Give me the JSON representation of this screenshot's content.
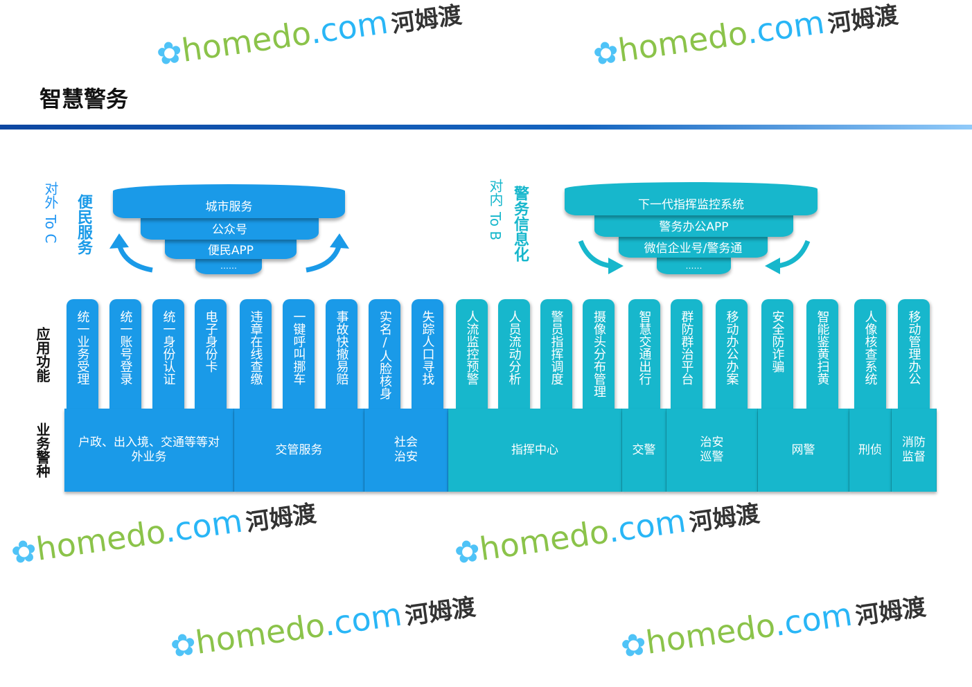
{
  "title": "智慧警务",
  "left": {
    "direction": "对外",
    "to": "To C",
    "name": "便民服务",
    "layers": [
      "城市服务",
      "公众号",
      "便民APP",
      "……"
    ]
  },
  "right": {
    "direction": "对内",
    "to": "To B",
    "name": "警务信息化",
    "layers": [
      "下一代指挥监控系统",
      "警务办公APP",
      "微信企业号/警务通",
      "……"
    ]
  },
  "row_labels": {
    "functions": "应用功能",
    "types": "业务警种"
  },
  "functions": [
    "统一业务受理",
    "统一账号登录",
    "统一身份认证",
    "电子身份卡",
    "违章在线查缴",
    "一键呼叫挪车",
    "事故快撤易赔",
    "实名/人脸核身",
    "失踪人口寻找",
    "人流监控预警",
    "人员流动分析",
    "警员指挥调度",
    "摄像头分布管理",
    "智慧交通出行",
    "群防群治平台",
    "移动办公办案",
    "安全防诈骗",
    "智能鉴黄扫黄",
    "人像核查系统",
    "移动管理办公"
  ],
  "types": [
    "户政、出入境、交通等等对外业务",
    "交管服务",
    "社会治安",
    "指挥中心",
    "交警",
    "治安巡警",
    "网警",
    "刑侦",
    "消防监督"
  ],
  "watermark": {
    "brand": "homedo",
    "dotcom": ".com",
    "cn": "河姆渡"
  },
  "colors": {
    "blue": "#1a9ae8",
    "cyan": "#17b7cc"
  }
}
